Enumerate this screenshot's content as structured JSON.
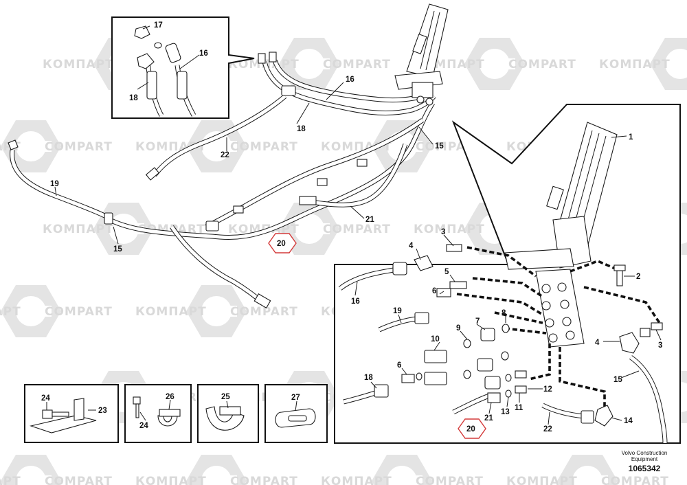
{
  "watermark": {
    "text_cyrillic": "КОМПАРТ",
    "text_latin": "COMPART"
  },
  "callouts": {
    "p1": "1",
    "p2": "2",
    "p3a": "3",
    "p3b": "3",
    "p4a": "4",
    "p4b": "4",
    "p5": "5",
    "p6a": "6",
    "p6b": "6",
    "p7": "7",
    "p8": "8",
    "p9": "9",
    "p10": "10",
    "p11": "11",
    "p12": "12",
    "p13": "13",
    "p14": "14",
    "p15a": "15",
    "p15b": "15",
    "p15c": "15",
    "p16a": "16",
    "p16b": "16",
    "p16c": "16",
    "p17": "17",
    "p18a": "18",
    "p18b": "18",
    "p18c": "18",
    "p19a": "19",
    "p19b": "19",
    "p20a": "20",
    "p20b": "20",
    "p21a": "21",
    "p21b": "21",
    "p22a": "22",
    "p22b": "22",
    "p23": "23",
    "p24a": "24",
    "p24b": "24",
    "p25": "25",
    "p26": "26",
    "p27": "27"
  },
  "footer": {
    "company_line1": "Volvo Construction",
    "company_line2": "Equipment",
    "drawing_number": "1065342"
  }
}
